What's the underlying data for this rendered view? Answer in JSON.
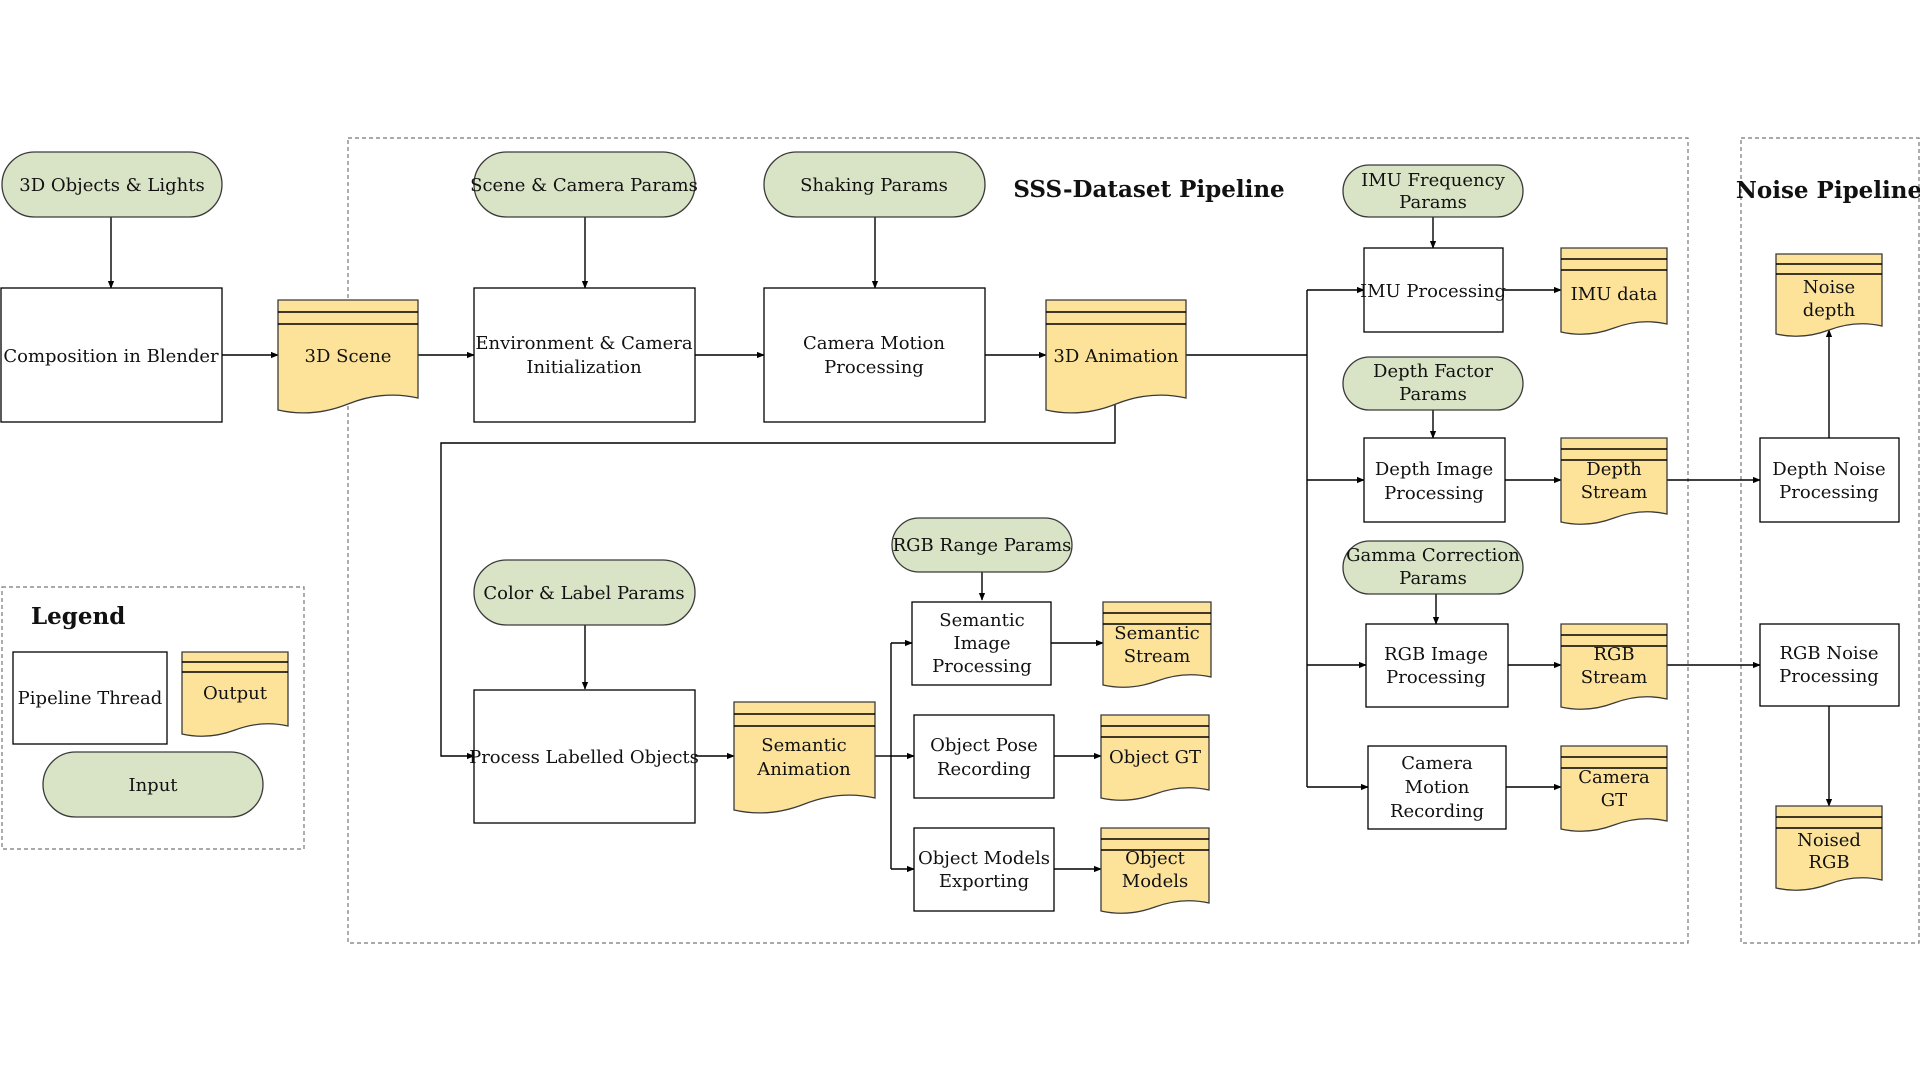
{
  "titles": {
    "sss": "SSS-Dataset Pipeline",
    "noise": "Noise Pipeline",
    "legend": "Legend"
  },
  "legend": {
    "thread": "Pipeline  Thread",
    "output": "Output",
    "input": "Input"
  },
  "inputs": {
    "objects_lights": "3D Objects & Lights",
    "scene_camera": "Scene & Camera Params",
    "shaking": "Shaking Params",
    "imu_freq": [
      "IMU Frequency",
      "Params"
    ],
    "depth_factor": [
      "Depth Factor",
      "Params"
    ],
    "gamma": [
      "Gamma Correction",
      "Params"
    ],
    "rgb_range": "RGB Range  Params",
    "color_label": "Color & Label Params"
  },
  "processes": {
    "composition": "Composition in Blender",
    "env_cam": [
      "Environment & Camera",
      "Initialization"
    ],
    "cam_motion": [
      "Camera Motion",
      "Processing"
    ],
    "imu_proc": "IMU Processing",
    "depth_proc": [
      "Depth Image",
      "Processing"
    ],
    "rgb_proc": [
      "RGB Image",
      "Processing"
    ],
    "cam_rec": [
      "Camera",
      "Motion",
      "Recording"
    ],
    "labelled": "Process Labelled Objects",
    "sem_proc": [
      "Semantic",
      "Image",
      "Processing"
    ],
    "pose_rec": [
      "Object Pose",
      "Recording"
    ],
    "models_exp": [
      "Object Models",
      "Exporting"
    ],
    "depth_noise": [
      "Depth Noise",
      "Processing"
    ],
    "rgb_noise": [
      "RGB Noise",
      "Processing"
    ]
  },
  "outputs": {
    "scene": "3D Scene",
    "animation": "3D Animation",
    "imu_data": "IMU data",
    "depth_stream": [
      "Depth",
      "Stream"
    ],
    "rgb_stream": [
      "RGB",
      "Stream"
    ],
    "cam_gt": [
      "Camera",
      "GT"
    ],
    "sem_anim": [
      "Semantic",
      "Animation"
    ],
    "sem_stream": [
      "Semantic",
      "Stream"
    ],
    "obj_gt": "Object GT",
    "obj_models": [
      "Object",
      "Models"
    ],
    "noise_depth": [
      "Noise",
      "depth"
    ],
    "noised_rgb": [
      "Noised",
      "RGB"
    ]
  },
  "colors": {
    "input_fill": "#d9e3c6",
    "output_fill": "#fde39a",
    "process_fill": "#ffffff"
  }
}
